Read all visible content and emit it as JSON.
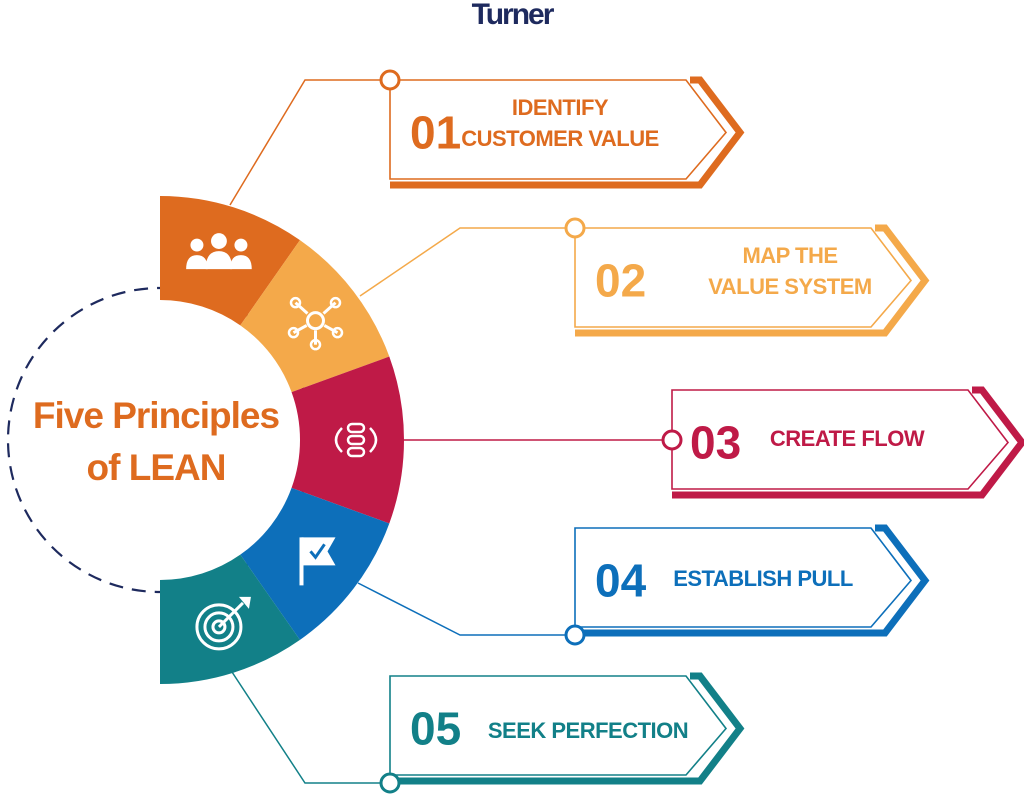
{
  "brand": {
    "logo_text": "Turner"
  },
  "center": {
    "title_line1": "Five Principles",
    "title_line2": "of LEAN"
  },
  "colors": {
    "orange": "#de6b1f",
    "light_orange": "#f4a94a",
    "crimson": "#bf1a47",
    "blue": "#0d6fba",
    "teal": "#128088",
    "title": "#de6b1f",
    "logo": "#1e2a5e",
    "dash_circle": "#1e2a5e"
  },
  "principles": [
    {
      "number": "01",
      "lines": [
        "IDENTIFY",
        "CUSTOMER VALUE"
      ],
      "icon": "people-group-icon",
      "color": "#de6b1f"
    },
    {
      "number": "02",
      "lines": [
        "MAP THE",
        "VALUE SYSTEM"
      ],
      "icon": "network-nodes-icon",
      "color": "#f4a94a"
    },
    {
      "number": "03",
      "lines": [
        "CREATE FLOW"
      ],
      "icon": "process-flow-icon",
      "color": "#bf1a47"
    },
    {
      "number": "04",
      "lines": [
        "ESTABLISH PULL"
      ],
      "icon": "flag-check-icon",
      "color": "#0d6fba"
    },
    {
      "number": "05",
      "lines": [
        "SEEK PERFECTION"
      ],
      "icon": "target-arrow-icon",
      "color": "#128088"
    }
  ]
}
